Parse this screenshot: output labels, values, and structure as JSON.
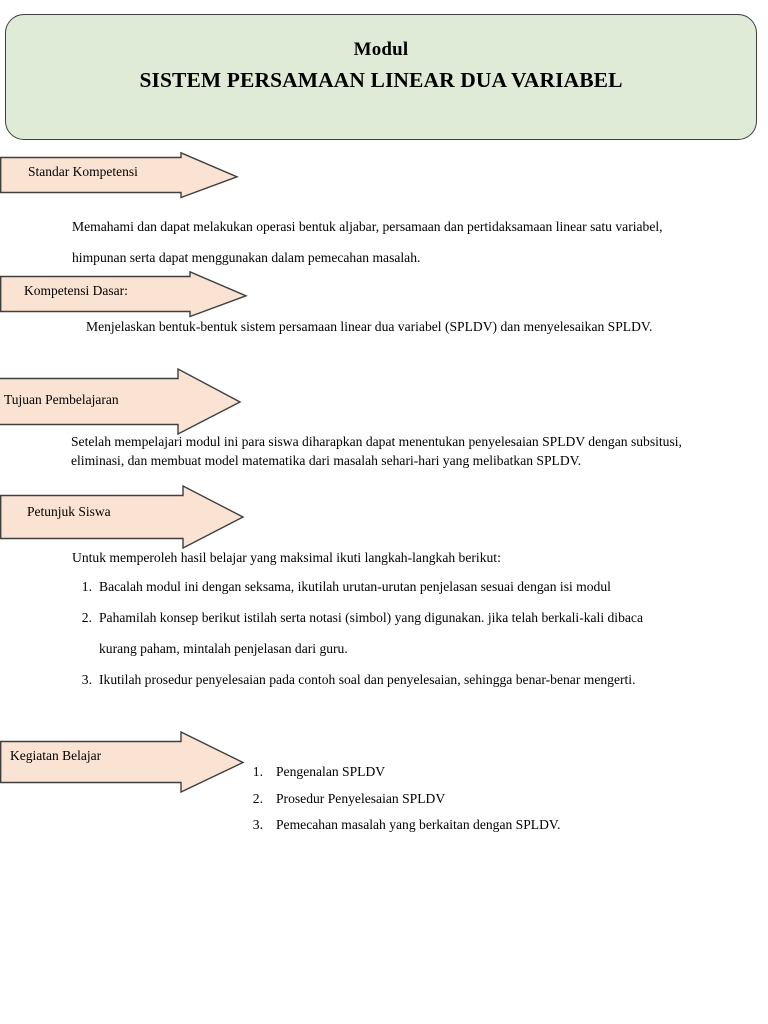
{
  "header": {
    "title": "Modul",
    "subtitle": "SISTEM PERSAMAAN LINEAR DUA VARIABEL",
    "fill_color": "#dfebd7",
    "border_color": "#3f3f3f"
  },
  "arrow_style": {
    "fill_color": "#fae3d3",
    "border_color": "#3f3f3f"
  },
  "sections": [
    {
      "arrow_label": "Standar Kompetensi",
      "body": "Memahami dan dapat melakukan operasi bentuk aljabar, persamaan dan pertidaksamaan linear satu variabel, himpunan serta dapat menggunakan dalam pemecahan masalah."
    },
    {
      "arrow_label": "Kompetensi Dasar:",
      "body": "Menjelaskan bentuk-bentuk sistem persamaan linear dua variabel (SPLDV) dan menyelesaikan SPLDV."
    },
    {
      "arrow_label": "Tujuan Pembelajaran",
      "body": "Setelah mempelajari modul ini para siswa diharapkan dapat menentukan penyelesaian SPLDV dengan subsitusi, eliminasi, dan membuat model matematika dari masalah sehari-hari yang melibatkan SPLDV."
    },
    {
      "arrow_label": "Petunjuk Siswa",
      "body": "Untuk memperoleh hasil belajar yang maksimal ikuti langkah-langkah berikut:",
      "items": [
        {
          "num": "1.",
          "text": "Bacalah modul ini dengan seksama, ikutilah urutan-urutan penjelasan sesuai dengan isi modul"
        },
        {
          "num": "2.",
          "text": "Pahamilah konsep berikut istilah serta notasi (simbol) yang digunakan. jika telah berkali-kali dibaca kurang paham, mintalah penjelasan dari guru."
        },
        {
          "num": "3.",
          "text": "Ikutilah prosedur penyelesaian pada contoh soal dan penyelesaian, sehingga benar-benar mengerti."
        }
      ]
    },
    {
      "arrow_label": "Kegiatan Belajar",
      "items": [
        {
          "num": "1.",
          "text": "Pengenalan SPLDV"
        },
        {
          "num": "2.",
          "text": "Prosedur Penyelesaian SPLDV"
        },
        {
          "num": "3.",
          "text": "Pemecahan masalah yang berkaitan dengan SPLDV."
        }
      ]
    }
  ]
}
